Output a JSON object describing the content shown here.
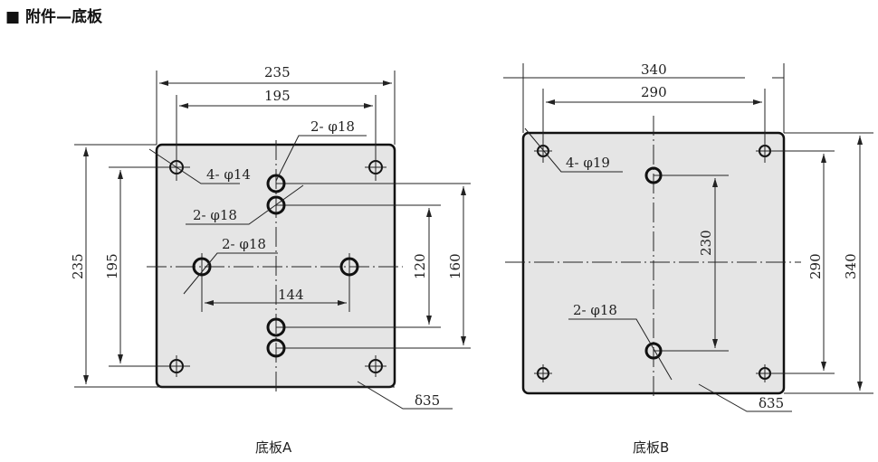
{
  "title": "■ 附件—底板",
  "plate_a": {
    "caption": "底板A",
    "dim_width_outer": "235",
    "dim_width_inner": "195",
    "dim_height_outer": "235",
    "dim_height_inner": "195",
    "dim_120": "120",
    "dim_160": "160",
    "dim_144": "144",
    "label_corner_holes": "4- φ14",
    "label_top_holes": "2- φ18",
    "label_mid_holes": "2- φ18",
    "label_side_holes": "2- φ18",
    "thickness": "δ35"
  },
  "plate_b": {
    "caption": "底板B",
    "dim_width_outer": "340",
    "dim_width_inner": "290",
    "dim_height_outer": "340",
    "dim_height_inner": "290",
    "dim_230": "230",
    "label_corner_holes": "4- φ19",
    "label_center_holes": "2- φ18",
    "thickness": "δ35"
  }
}
